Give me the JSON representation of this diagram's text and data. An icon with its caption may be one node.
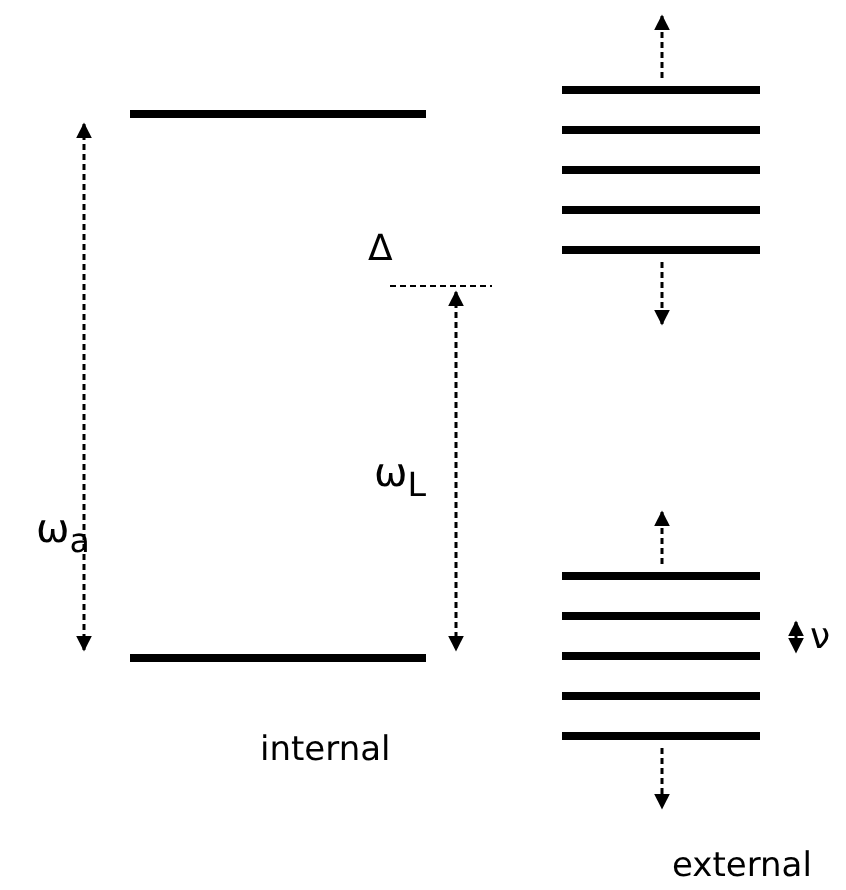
{
  "diagram": {
    "labels": [
      "Δ",
      "ω$_{L}$",
      "ω$_{a}$",
      "ν",
      "internal",
      "external"
    ]
  }
}
